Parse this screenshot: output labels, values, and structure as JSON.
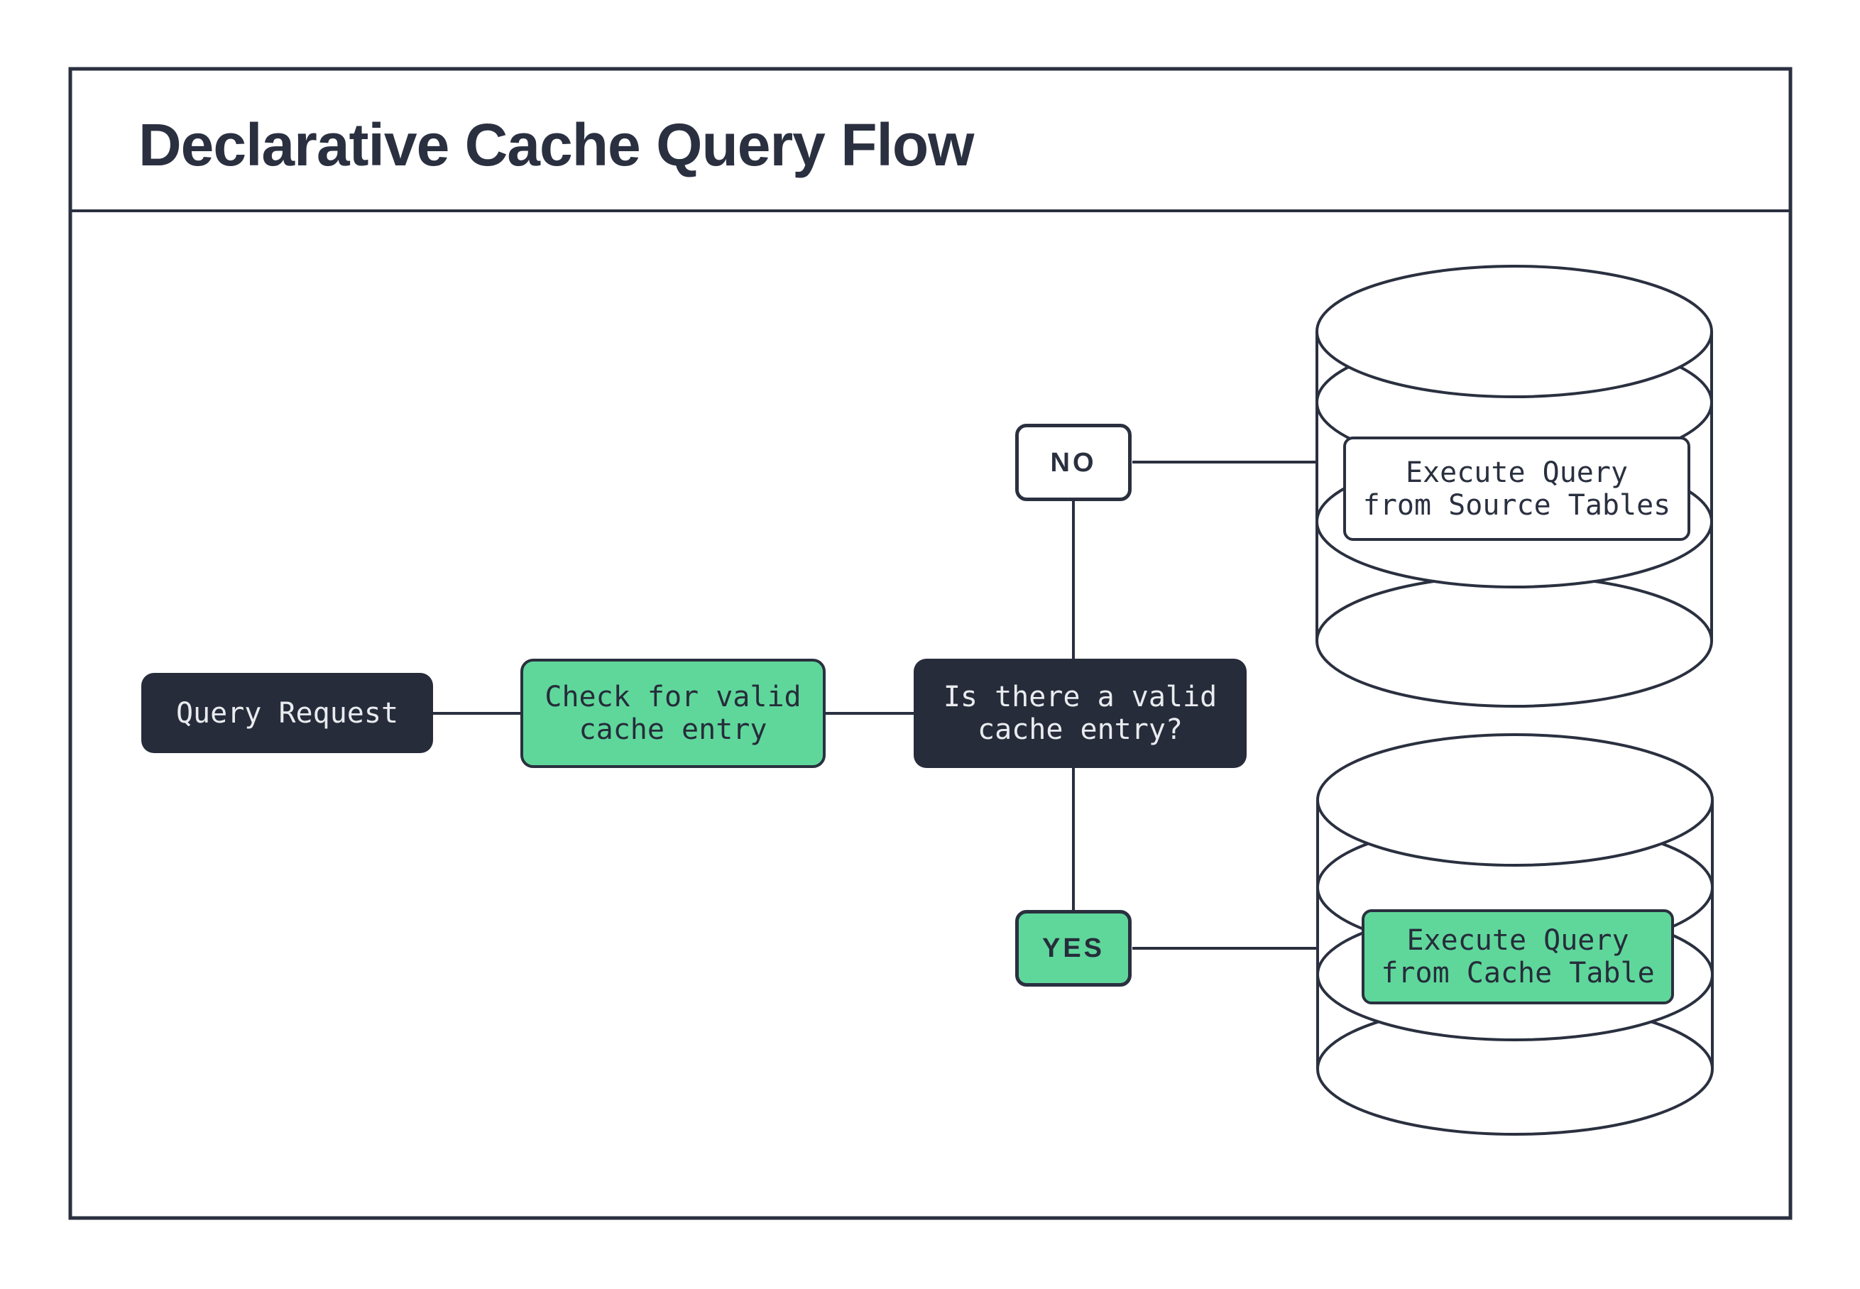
{
  "title": "Declarative Cache Query Flow",
  "colors": {
    "ink": "#2A303F",
    "dark_node_fill": "#262C3A",
    "green_node_fill": "#5FD79B",
    "light_text": "#E9EBEF",
    "background": "#FFFFFF"
  },
  "flow": {
    "query_request": "Query Request",
    "check_cache": [
      "Check for valid",
      "cache entry"
    ],
    "decision": [
      "Is there a valid",
      "cache entry?"
    ],
    "edge_no": "NO",
    "edge_yes": "YES",
    "source_db": [
      "Execute Query",
      "from Source Tables"
    ],
    "cache_db": [
      "Execute Query",
      "from Cache Table"
    ]
  }
}
